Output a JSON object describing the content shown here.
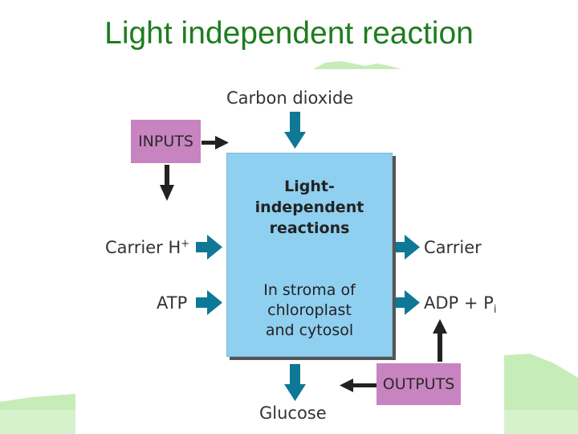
{
  "title": "Light independent reaction",
  "diagram": {
    "top_input": "Carbon dioxide",
    "inputs_tag": "INPUTS",
    "outputs_tag": "OUTPUTS",
    "left_inputs": [
      {
        "label": "Carrier H",
        "superscript": "+"
      },
      {
        "label": "ATP"
      }
    ],
    "right_outputs": [
      {
        "label": "Carrier"
      },
      {
        "label": "ADP + P",
        "subscript": "i"
      }
    ],
    "bottom_output": "Glucose",
    "center_title": "Light-\nindependent\nreactions",
    "center_body": "In stroma of\nchloroplast\nand cytosol"
  },
  "colors": {
    "title": "#1e7d1e",
    "tag_fill": "#c784c0",
    "center_fill": "#8fcff0",
    "arrow_blue": "#0f7896",
    "arrow_dark": "#222222",
    "decor_green": "#b8e8a8"
  }
}
